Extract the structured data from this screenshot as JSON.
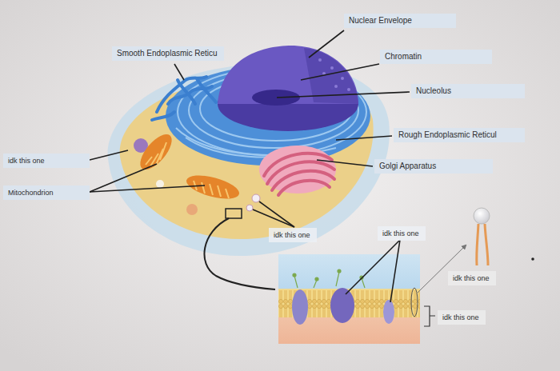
{
  "diagram": {
    "labels": [
      "Nuclear Envelope",
      "Smooth Endoplasmic Reticu",
      "Chromatin",
      "Nucleolus",
      "Rough Endoplasmic Reticul",
      "idk this one",
      "Golgi Apparatus",
      "Mitochondrion",
      "idk this one",
      "idk this one",
      "idk this one",
      "idk this one"
    ]
  }
}
